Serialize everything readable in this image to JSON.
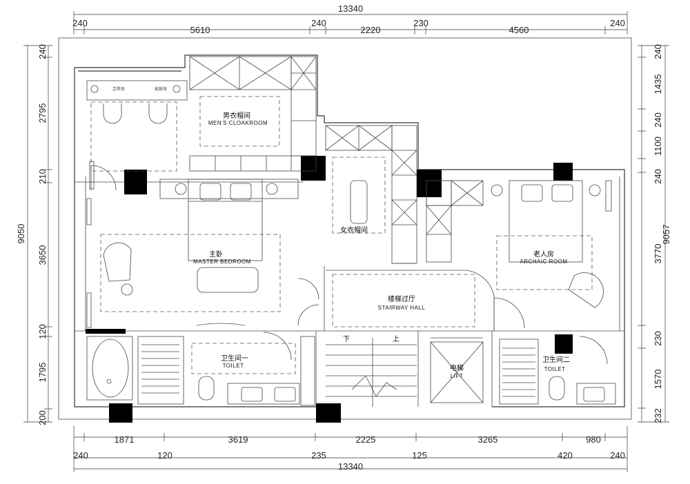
{
  "dimensions": {
    "top_total": "13340",
    "top_segments": [
      "240",
      "5610",
      "240",
      "2220",
      "230",
      "4560",
      "240"
    ],
    "bottom_segments_upper": [
      "1871",
      "3619",
      "2225",
      "3265",
      "980"
    ],
    "bottom_segments_lower": [
      "240",
      "120",
      "235",
      "125",
      "420",
      "240"
    ],
    "bottom_total": "13340",
    "left_total": "9050",
    "left_segments": [
      "240",
      "2795",
      "210",
      "3650",
      "120",
      "1795",
      "200"
    ],
    "right_total": "9057",
    "right_segments": [
      "240",
      "1435",
      "240",
      "1100",
      "240",
      "3770",
      "230",
      "1570",
      "232"
    ]
  },
  "rooms": {
    "mens_cloakroom": {
      "cn": "男衣帽间",
      "en": "MEN'S CLOAKROOM"
    },
    "womens_cloakroom": {
      "cn": "女衣帽间"
    },
    "master_bedroom": {
      "cn": "主卧",
      "en": "MASTER BEDROOM"
    },
    "archaic_room": {
      "cn": "老人房",
      "en": "ARCHAIC ROOM"
    },
    "stairway_hall": {
      "cn": "楼梯过厅",
      "en": "STAIRWAY HALL"
    },
    "toilet_one": {
      "cn": "卫生间一",
      "en": "TOILET"
    },
    "toilet_two": {
      "cn": "卫生间二",
      "en": "TOILET"
    },
    "lift": {
      "cn": "电梯",
      "en": "LIFT"
    }
  },
  "labels": {
    "worktable": "工作台",
    "dresser": "化妆台",
    "down": "下",
    "up": "上"
  }
}
